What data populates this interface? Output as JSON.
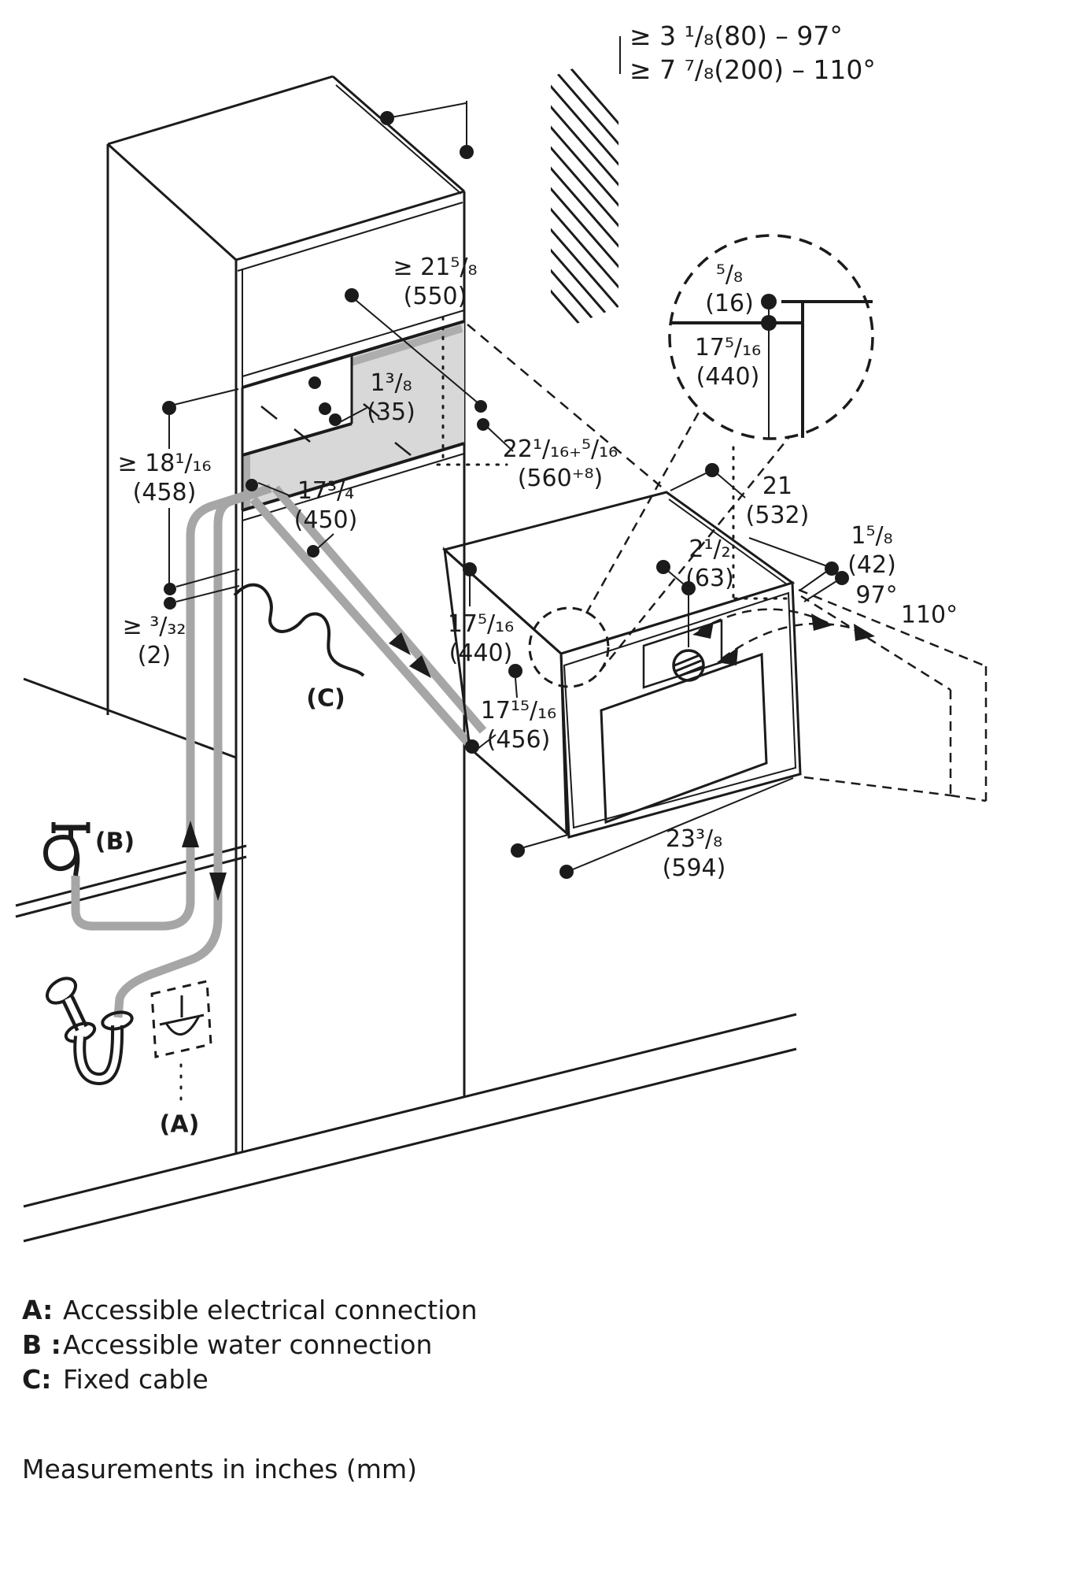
{
  "doc_type": "appliance installation diagram",
  "labels": {
    "wall_clearance": {
      "l1": "≥ 3 ¹/₈(80) – 97°",
      "l2": "≥ 7 ⁷/₈(200) – 110°"
    },
    "niche_depth": {
      "l1": "≥ 21⁵/₈",
      "l2": "(550)"
    },
    "step": {
      "l1": "1³/₈",
      "l2": "(35)"
    },
    "niche_width": {
      "l1": "22¹/₁₆₊⁵/₁₆",
      "l2": "(560⁺⁸)"
    },
    "min_height": {
      "l1": "≥ 18¹/₁₆",
      "l2": "(458)"
    },
    "niche_height": {
      "l1": "17³/₄",
      "l2": "(450)"
    },
    "side_gap": {
      "l1": "≥ ³/₃₂",
      "l2": "(2)"
    },
    "detail_gap": {
      "l1": "⁵/₈",
      "l2": "(16)"
    },
    "detail_height": {
      "l1": "17⁵/₁₆",
      "l2": "(440)"
    },
    "oven_depth": {
      "l1": "21",
      "l2": "(532)"
    },
    "knob_depth": {
      "l1": "2¹/₂",
      "l2": "(63)"
    },
    "door_thickness": {
      "l1": "1⁵/₈",
      "l2": "(42)"
    },
    "angle_97": {
      "l1": "97°"
    },
    "angle_110": {
      "l1": "110°"
    },
    "oven_side_height": {
      "l1": "17⁵/₁₆",
      "l2": "(440)"
    },
    "oven_height": {
      "l1": "17¹⁵/₁₆",
      "l2": "(456)"
    },
    "oven_width": {
      "l1": "23³/₈",
      "l2": "(594)"
    },
    "point_a": "(A)",
    "point_b": "(B)",
    "point_c": "(C)"
  },
  "legend": [
    {
      "key": "A:",
      "text": "Accessible electrical connection"
    },
    {
      "key": "B :",
      "text": "Accessible water connection"
    },
    {
      "key": "C:",
      "text": "Fixed cable"
    }
  ],
  "footer": {
    "note": "Measurements in inches (mm)"
  },
  "icons": {
    "faucet": "faucet-icon",
    "siphon": "drain-siphon-icon",
    "outlet": "electrical-outlet-icon",
    "flow_up": "flow-up-arrow",
    "flow_down": "flow-down-arrow"
  },
  "colors": {
    "line": "#1b1b1b",
    "hose_gray": "#a6a6a6",
    "niche_gray": "#d8d8d8",
    "oven_top_gray": "#ececec",
    "oven_side_gray": "#f3f3f3",
    "background": "#ffffff"
  }
}
